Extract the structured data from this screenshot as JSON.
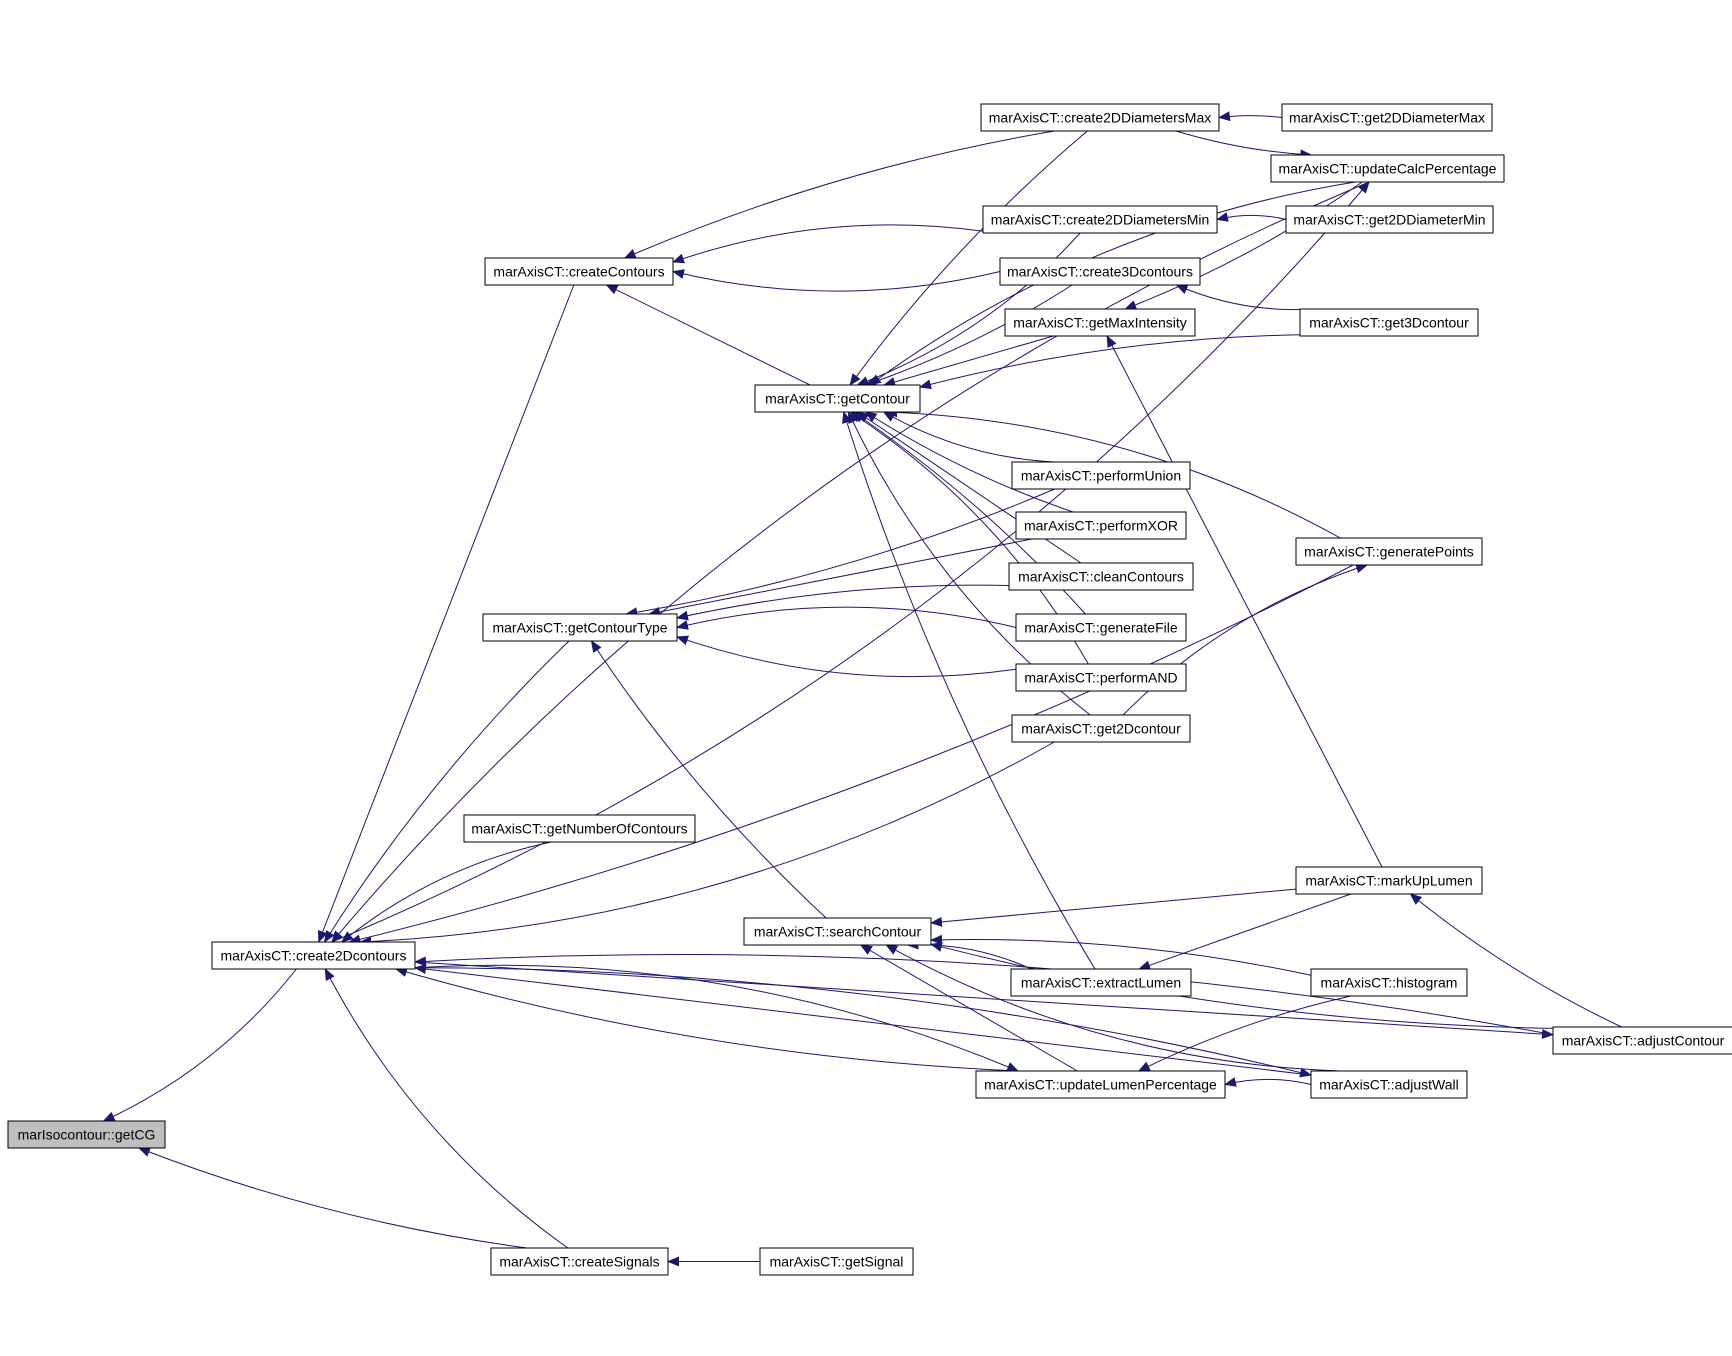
{
  "graph": {
    "colors": {
      "edge": "#191970",
      "node_border": "#000000",
      "node_fill": "#ffffff",
      "root_fill": "#bfbfbf"
    },
    "nodes": [
      {
        "id": "getCG",
        "label": "marIsocontour::getCG",
        "root": true
      },
      {
        "id": "create2Dcontours",
        "label": "marAxisCT::create2Dcontours"
      },
      {
        "id": "createContours",
        "label": "marAxisCT::createContours"
      },
      {
        "id": "getContourType",
        "label": "marAxisCT::getContourType"
      },
      {
        "id": "getNumberOfContours",
        "label": "marAxisCT::getNumberOfContours"
      },
      {
        "id": "createSignals",
        "label": "marAxisCT::createSignals"
      },
      {
        "id": "getSignal",
        "label": "marAxisCT::getSignal"
      },
      {
        "id": "getContour",
        "label": "marAxisCT::getContour"
      },
      {
        "id": "searchContour",
        "label": "marAxisCT::searchContour"
      },
      {
        "id": "create2DDiametersMax",
        "label": "marAxisCT::create2DDiametersMax"
      },
      {
        "id": "create2DDiametersMin",
        "label": "marAxisCT::create2DDiametersMin"
      },
      {
        "id": "create3Dcontours",
        "label": "marAxisCT::create3Dcontours"
      },
      {
        "id": "getMaxIntensity",
        "label": "marAxisCT::getMaxIntensity"
      },
      {
        "id": "performUnion",
        "label": "marAxisCT::performUnion"
      },
      {
        "id": "performXOR",
        "label": "marAxisCT::performXOR"
      },
      {
        "id": "cleanContours",
        "label": "marAxisCT::cleanContours"
      },
      {
        "id": "generateFile",
        "label": "marAxisCT::generateFile"
      },
      {
        "id": "performAND",
        "label": "marAxisCT::performAND"
      },
      {
        "id": "get2Dcontour",
        "label": "marAxisCT::get2Dcontour"
      },
      {
        "id": "extractLumen",
        "label": "marAxisCT::extractLumen"
      },
      {
        "id": "updateLumenPercentage",
        "label": "marAxisCT::updateLumenPercentage"
      },
      {
        "id": "get2DDiameterMax",
        "label": "marAxisCT::get2DDiameterMax"
      },
      {
        "id": "updateCalcPercentage",
        "label": "marAxisCT::updateCalcPercentage"
      },
      {
        "id": "get2DDiameterMin",
        "label": "marAxisCT::get2DDiameterMin"
      },
      {
        "id": "get3Dcontour",
        "label": "marAxisCT::get3Dcontour"
      },
      {
        "id": "generatePoints",
        "label": "marAxisCT::generatePoints"
      },
      {
        "id": "markUpLumen",
        "label": "marAxisCT::markUpLumen"
      },
      {
        "id": "histogram",
        "label": "marAxisCT::histogram"
      },
      {
        "id": "adjustWall",
        "label": "marAxisCT::adjustWall"
      },
      {
        "id": "adjustContour",
        "label": "marAxisCT::adjustContour"
      }
    ],
    "edges": [
      {
        "from": "create2Dcontours",
        "to": "getCG"
      },
      {
        "from": "createSignals",
        "to": "getCG"
      },
      {
        "from": "createContours",
        "to": "create2Dcontours"
      },
      {
        "from": "getContourType",
        "to": "create2Dcontours"
      },
      {
        "from": "getNumberOfContours",
        "to": "create2Dcontours"
      },
      {
        "from": "createSignals",
        "to": "create2Dcontours"
      },
      {
        "from": "updateLumenPercentage",
        "to": "create2Dcontours"
      },
      {
        "from": "adjustWall",
        "to": "create2Dcontours"
      },
      {
        "from": "adjustContour",
        "to": "create2Dcontours"
      },
      {
        "from": "updateCalcPercentage",
        "to": "create2Dcontours"
      },
      {
        "from": "get2Dcontour",
        "to": "create2Dcontours"
      },
      {
        "from": "generatePoints",
        "to": "create2Dcontours"
      },
      {
        "from": "getContour",
        "to": "createContours"
      },
      {
        "from": "create2DDiametersMax",
        "to": "createContours"
      },
      {
        "from": "create2DDiametersMin",
        "to": "createContours"
      },
      {
        "from": "create3Dcontours",
        "to": "createContours"
      },
      {
        "from": "performUnion",
        "to": "getContourType"
      },
      {
        "from": "performXOR",
        "to": "getContourType"
      },
      {
        "from": "cleanContours",
        "to": "getContourType"
      },
      {
        "from": "generateFile",
        "to": "getContourType"
      },
      {
        "from": "performAND",
        "to": "getContourType"
      },
      {
        "from": "searchContour",
        "to": "getContourType"
      },
      {
        "from": "getSignal",
        "to": "createSignals"
      },
      {
        "from": "create2DDiametersMax",
        "to": "getContour"
      },
      {
        "from": "updateCalcPercentage",
        "to": "getContour"
      },
      {
        "from": "create2DDiametersMin",
        "to": "getContour"
      },
      {
        "from": "create3Dcontours",
        "to": "getContour"
      },
      {
        "from": "getMaxIntensity",
        "to": "getContour"
      },
      {
        "from": "get3Dcontour",
        "to": "getContour"
      },
      {
        "from": "generatePoints",
        "to": "getContour"
      },
      {
        "from": "performUnion",
        "to": "getContour"
      },
      {
        "from": "performXOR",
        "to": "getContour"
      },
      {
        "from": "cleanContours",
        "to": "getContour"
      },
      {
        "from": "generateFile",
        "to": "getContour"
      },
      {
        "from": "performAND",
        "to": "getContour"
      },
      {
        "from": "get2Dcontour",
        "to": "getContour"
      },
      {
        "from": "extractLumen",
        "to": "getContour"
      },
      {
        "from": "markUpLumen",
        "to": "searchContour"
      },
      {
        "from": "histogram",
        "to": "searchContour"
      },
      {
        "from": "extractLumen",
        "to": "searchContour"
      },
      {
        "from": "adjustWall",
        "to": "searchContour"
      },
      {
        "from": "adjustContour",
        "to": "searchContour"
      },
      {
        "from": "updateLumenPercentage",
        "to": "searchContour"
      },
      {
        "from": "get2DDiameterMax",
        "to": "create2DDiametersMax"
      },
      {
        "from": "get2DDiameterMin",
        "to": "create2DDiametersMin"
      },
      {
        "from": "get3Dcontour",
        "to": "create3Dcontours"
      },
      {
        "from": "updateCalcPercentage",
        "to": "getMaxIntensity"
      },
      {
        "from": "markUpLumen",
        "to": "getMaxIntensity"
      },
      {
        "from": "create2DDiametersMax",
        "to": "updateCalcPercentage"
      },
      {
        "from": "create2Dcontours",
        "to": "updateCalcPercentage"
      },
      {
        "from": "get2Dcontour",
        "to": "generatePoints"
      },
      {
        "from": "adjustContour",
        "to": "markUpLumen"
      },
      {
        "from": "markUpLumen",
        "to": "extractLumen"
      },
      {
        "from": "histogram",
        "to": "updateLumenPercentage"
      },
      {
        "from": "adjustWall",
        "to": "updateLumenPercentage"
      },
      {
        "from": "create2Dcontours",
        "to": "updateLumenPercentage"
      },
      {
        "from": "create2Dcontours",
        "to": "adjustWall"
      },
      {
        "from": "create2Dcontours",
        "to": "adjustContour"
      }
    ]
  }
}
